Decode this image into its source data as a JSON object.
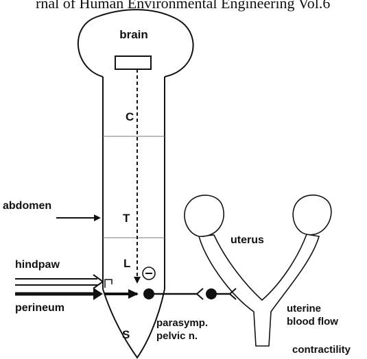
{
  "header": {
    "journal_title_fragment": "rnal of Human Environmental Engineering Vol.6"
  },
  "diagram": {
    "brain_label": "brain",
    "segments": {
      "cervical": "C",
      "thoracic": "T",
      "lumbar": "L",
      "sacral": "S"
    },
    "inputs": {
      "abdomen": "abdomen",
      "hindpaw": "hindpaw",
      "perineum": "perineum"
    },
    "inhibition_symbol": "⊖",
    "nerve_label_line1": "parasymp.",
    "nerve_label_line2": "pelvic n.",
    "organ_label": "uterus",
    "outcome_line1": "uterine",
    "outcome_line2": "blood flow",
    "outcome_line3": "contractility"
  }
}
